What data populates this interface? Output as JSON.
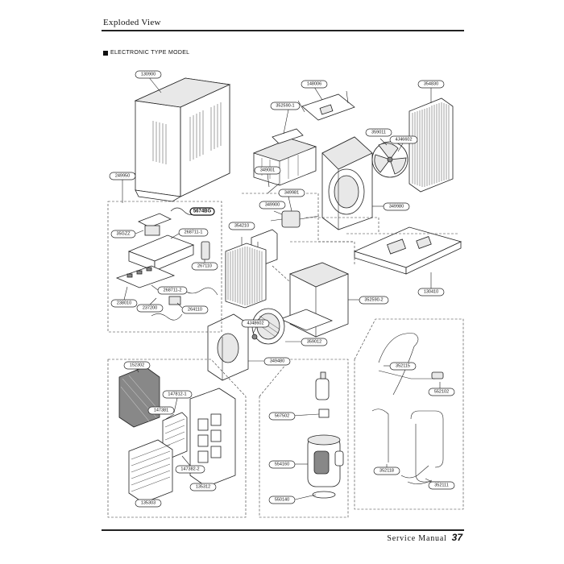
{
  "header": {
    "title": "Exploded View"
  },
  "subtitle": "ELECTRONIC TYPE MODEL",
  "footer": {
    "manual": "Service Manual",
    "page": "37"
  },
  "labels": {
    "cabinet": "130900",
    "cab_side": "249950",
    "top_plate": "148006",
    "bracket": "352590-1",
    "condenser": "354830",
    "fan_blade": "359011",
    "fan_clip": "4J46602",
    "drain": "349001",
    "motor_mount": "349981",
    "motor": "349900",
    "shroud": "349980",
    "base_pan": "130410",
    "evaporator": "354210",
    "air_guide": "352590-2",
    "blower_clip": "4J48602",
    "blower": "359012",
    "orifice": "349480",
    "ctrl_a": "35GZZ",
    "ctrl_b": "5674BG",
    "ctrl_c": "268711-1",
    "ctrl_d": "267110",
    "ctrl_e": "268711-2",
    "ctrl_f": "238010",
    "ctrl_g": "237200",
    "ctrl_h": "264110",
    "filter": "152302",
    "louver_a": "147812-1",
    "louver_b": "147381",
    "louver_c": "147382-2",
    "front_panel": "135312",
    "grille": "135303",
    "comp_a": "567502",
    "compressor": "554160",
    "comp_b": "550140",
    "pipe_a": "352115",
    "pipe_b": "552102",
    "pipe_c": "352118",
    "pipe_d": "352111"
  }
}
